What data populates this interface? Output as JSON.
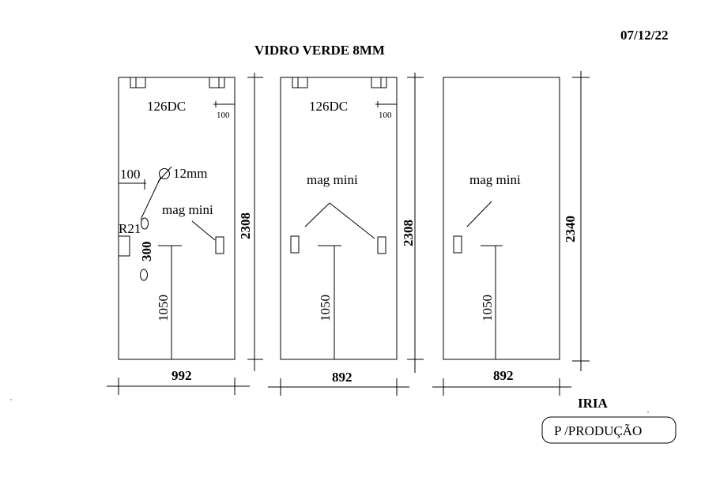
{
  "header": {
    "date": "07/12/22",
    "title": "VIDRO VERDE 8MM"
  },
  "panels": [
    {
      "hinge_label": "126DC",
      "offset_small": "100",
      "hole_offset": "100",
      "hole_diameter": "12mm",
      "handle_label": "mag mini",
      "radius_label": "R21",
      "hole_spacing": "300",
      "handle_height": "1050",
      "height": "2308",
      "width": "992"
    },
    {
      "hinge_label": "126DC",
      "offset_small": "100",
      "handle_label": "mag mini",
      "handle_height": "1050",
      "height": "2308",
      "width": "892"
    },
    {
      "handle_label": "mag mini",
      "handle_height": "1050",
      "height": "2340",
      "width": "892"
    }
  ],
  "footer": {
    "client": "IRIA",
    "stage": "P /PRODUÇÃO"
  }
}
